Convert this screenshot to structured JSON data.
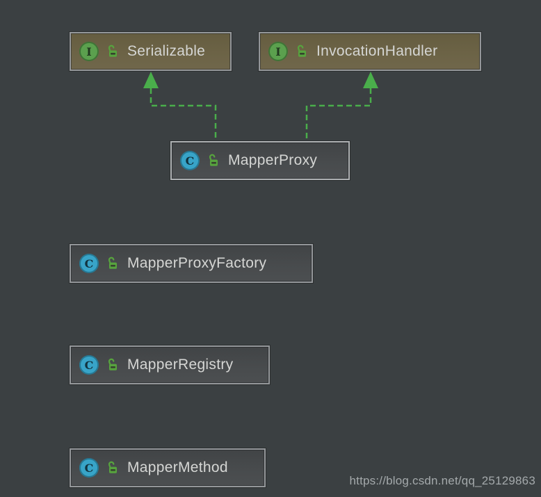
{
  "diagram": {
    "nodes": [
      {
        "label": "Serializable",
        "kind": "interface",
        "icon_letter": "I",
        "visibility": "public"
      },
      {
        "label": "InvocationHandler",
        "kind": "interface",
        "icon_letter": "I",
        "visibility": "public"
      },
      {
        "label": "MapperProxy",
        "kind": "class",
        "icon_letter": "C",
        "visibility": "public",
        "selected": true
      },
      {
        "label": "MapperProxyFactory",
        "kind": "class",
        "icon_letter": "C",
        "visibility": "public"
      },
      {
        "label": "MapperRegistry",
        "kind": "class",
        "icon_letter": "C",
        "visibility": "public"
      },
      {
        "label": "MapperMethod",
        "kind": "class",
        "icon_letter": "C",
        "visibility": "public"
      }
    ],
    "edges": [
      {
        "from": "MapperProxy",
        "to": "Serializable",
        "type": "implements",
        "style": "dashed-green-arrow"
      },
      {
        "from": "MapperProxy",
        "to": "InvocationHandler",
        "type": "implements",
        "style": "dashed-green-arrow"
      }
    ],
    "colors": {
      "background": "#3b4042",
      "interface_node_fill": "#6c6346",
      "class_node_fill": "#484b4d",
      "node_border": "#94979a",
      "selected_node_border": "#aeb1b3",
      "edge_green": "#4aae4b",
      "interface_icon_green": "#5ba04e",
      "class_icon_blue": "#38a4c8",
      "lock_icon_green": "#57a33e",
      "label_text": "#d5d6d4",
      "watermark_text": "#a4a9ab"
    }
  },
  "watermark": {
    "text": "https://blog.csdn.net/qq_25129863"
  }
}
